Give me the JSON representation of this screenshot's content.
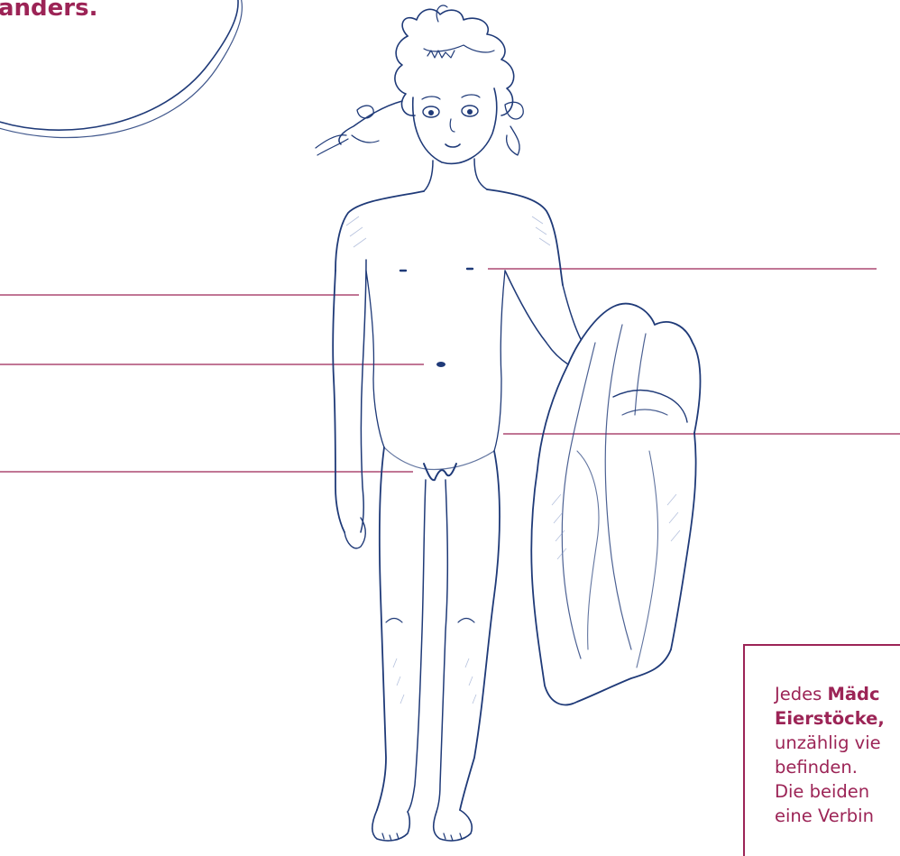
{
  "colors": {
    "accent": "#9c2456",
    "sketch": "#1f3a78",
    "sketch_light": "#7a8fc2"
  },
  "heading": {
    "text": "anders."
  },
  "illustration": {
    "icon": "girl-with-towel-sketch-icon"
  },
  "label_lines": {
    "count_left": 3,
    "count_right": 2
  },
  "info_box": {
    "line1_prefix": "Jedes ",
    "line1_bold": "Mädc",
    "line2_bold": "Eierstöcke,",
    "line3": "unzählig vie",
    "line4": "befinden.",
    "line5": "Die beiden",
    "line6": "eine Verbin"
  }
}
